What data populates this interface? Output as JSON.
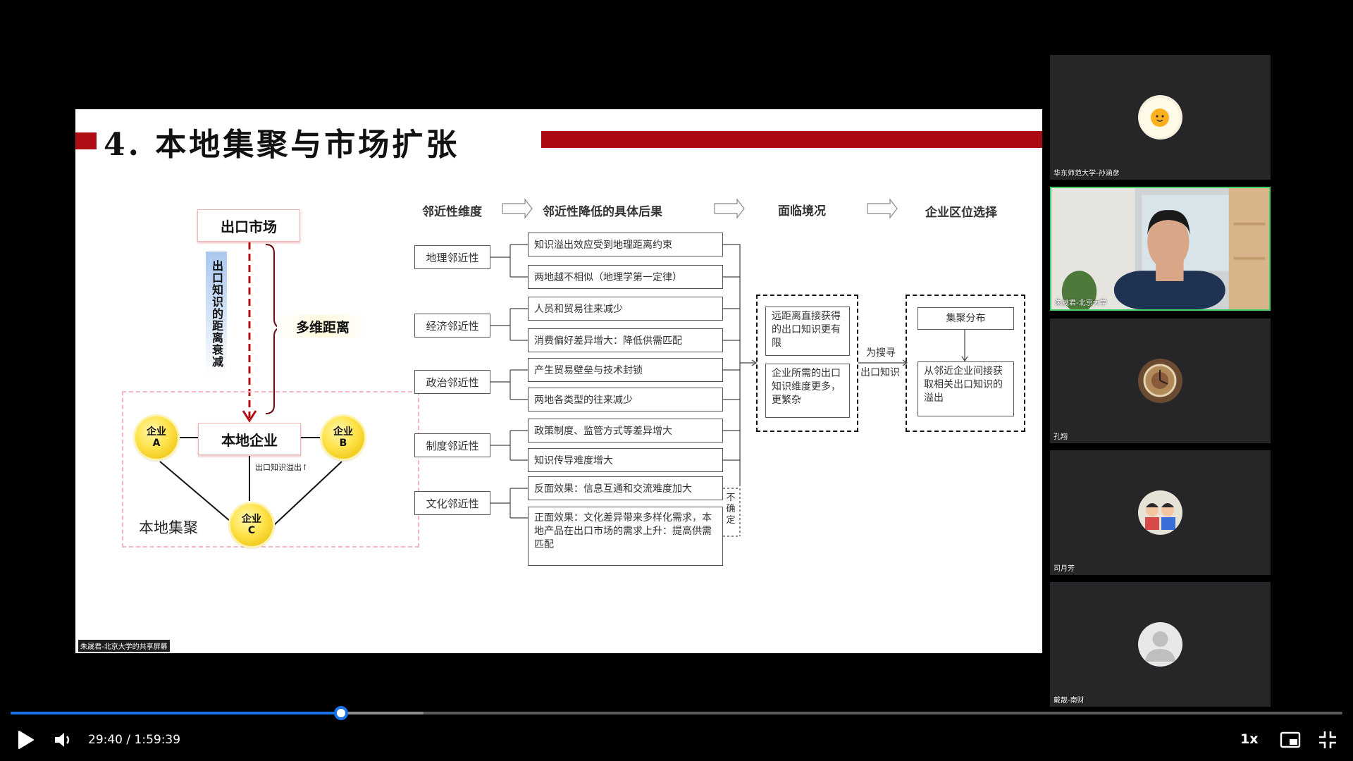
{
  "slide": {
    "title": "4. 本地集聚与市场扩张",
    "share_label": "朱晟君-北京大学的共享屏幕",
    "left": {
      "export_market": "出口市场",
      "distance_decay": "出口知识的距离衰减",
      "multi_distance": "多维距离",
      "local_firm": "本地企业",
      "firm_a": [
        "企业",
        "A"
      ],
      "firm_b": [
        "企业",
        "B"
      ],
      "firm_c": [
        "企业",
        "C"
      ],
      "spillover": "出口知识溢出↑",
      "cluster": "本地集聚"
    },
    "flow": {
      "headers": [
        "邻近性维度",
        "邻近性降低的具体后果",
        "面临境况",
        "企业区位选择"
      ],
      "dimensions": [
        "地理邻近性",
        "经济邻近性",
        "政治邻近性",
        "制度邻近性",
        "文化邻近性"
      ],
      "results": [
        "知识溢出效应受到地理距离约束",
        "两地越不相似（地理学第一定律）",
        "人员和贸易往来减少",
        "消费偏好差异增大：降低供需匹配",
        "产生贸易壁垒与技术封锁",
        "两地各类型的往来减少",
        "政策制度、监管方式等差异增大",
        "知识传导难度增大",
        "反面效果：信息互通和交流难度加大",
        "正面效果：文化差异带来多样化需求，本地产品在出口市场的需求上升：提高供需匹配"
      ],
      "uncertain": "不确定",
      "situation": [
        "远距离直接获得的出口知识更有限",
        "企业所需的出口知识维度更多，更繁杂"
      ],
      "search_label": [
        "为搜寻",
        "出口知识"
      ],
      "choice": [
        "集聚分布",
        "从邻近企业间接获取相关出口知识的溢出"
      ]
    }
  },
  "participants": [
    {
      "name": "华东师范大学-孙涵彦",
      "type": "avatar",
      "avatar": "fried-egg-avatar"
    },
    {
      "name": "朱晟君-北京大学",
      "type": "camera",
      "active": true
    },
    {
      "name": "孔翔",
      "type": "avatar",
      "avatar": "clock-avatar"
    },
    {
      "name": "司月芳",
      "type": "avatar",
      "avatar": "cartoon-avatar"
    },
    {
      "name": "戴靓-南财",
      "type": "avatar",
      "avatar": "default-user-avatar"
    }
  ],
  "player": {
    "current_time": "29:40",
    "duration": "1:59:39",
    "time_display": "29:40 / 1:59:39",
    "progress": 0.2479,
    "buffered": 0.31,
    "speed": "1x",
    "accent_color": "#1a73e8"
  }
}
